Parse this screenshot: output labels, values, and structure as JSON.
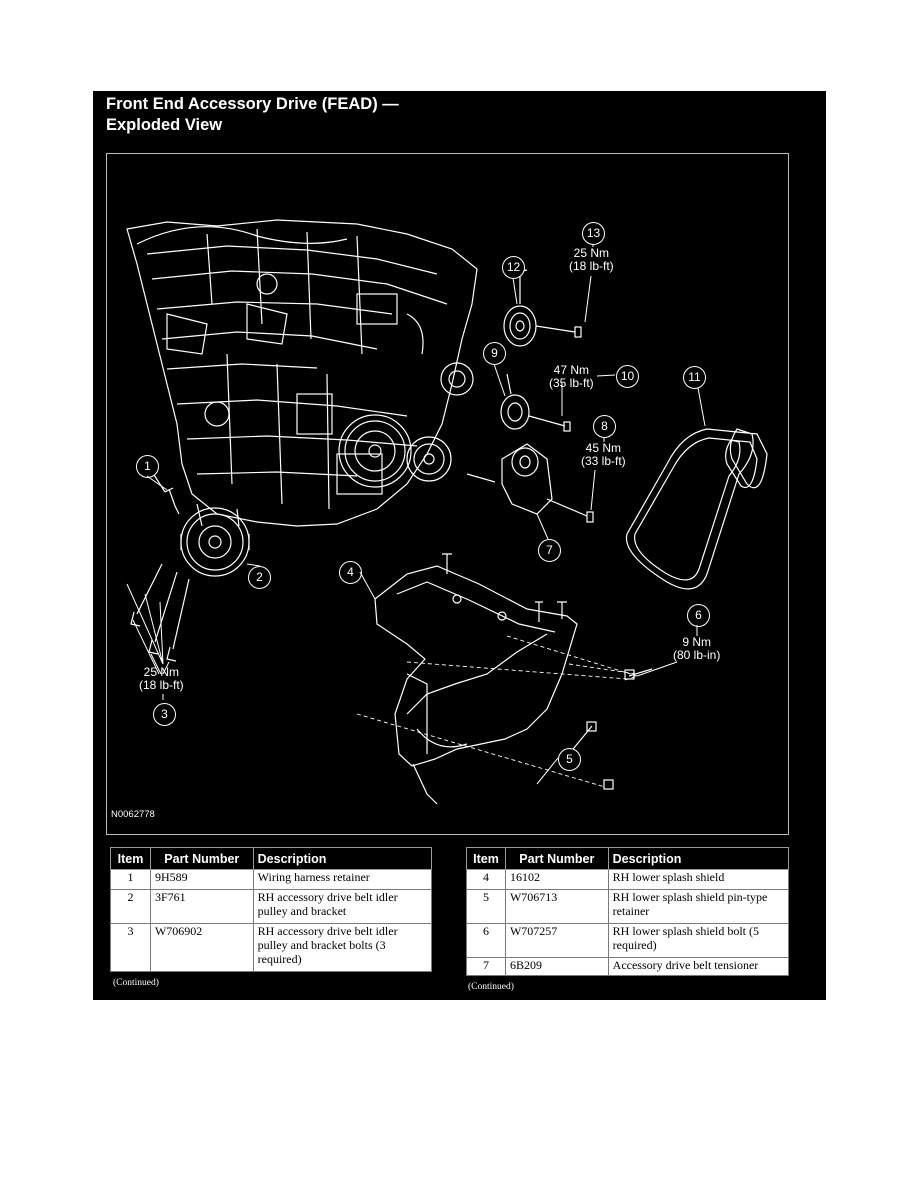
{
  "title": {
    "line1": "Front End Accessory Drive (FEAD) —",
    "line2": "Exploded View"
  },
  "figure": {
    "id": "N0062778",
    "callouts": [
      "1",
      "2",
      "3",
      "4",
      "5",
      "6",
      "7",
      "8",
      "9",
      "10",
      "11",
      "12",
      "13"
    ],
    "torque": {
      "t13": [
        "25 Nm",
        "(18 lb-ft)"
      ],
      "t10": [
        "47 Nm",
        "(35 lb-ft)"
      ],
      "t8": [
        "45 Nm",
        "(33 lb-ft)"
      ],
      "t6": [
        "9 Nm",
        "(80 lb-in)"
      ],
      "t3": [
        "25 Nm",
        "(18 lb-ft)"
      ]
    }
  },
  "table_left": {
    "headers": [
      "Item",
      "Part Number",
      "Description"
    ],
    "rows": [
      {
        "item": "1",
        "part": "9H589",
        "desc": "Wiring harness retainer"
      },
      {
        "item": "2",
        "part": "3F761",
        "desc": "RH accessory drive belt idler pulley and bracket"
      },
      {
        "item": "3",
        "part": "W706902",
        "desc": "RH accessory drive belt idler pulley and bracket bolts (3 required)"
      }
    ],
    "continued": "(Continued)"
  },
  "table_right": {
    "headers": [
      "Item",
      "Part Number",
      "Description"
    ],
    "rows": [
      {
        "item": "4",
        "part": "16102",
        "desc": "RH lower splash shield"
      },
      {
        "item": "5",
        "part": "W706713",
        "desc": "RH lower splash shield pin-type retainer"
      },
      {
        "item": "6",
        "part": "W707257",
        "desc": "RH lower splash shield bolt (5 required)"
      },
      {
        "item": "7",
        "part": "6B209",
        "desc": "Accessory drive belt tensioner"
      }
    ],
    "continued": "(Continued)"
  }
}
